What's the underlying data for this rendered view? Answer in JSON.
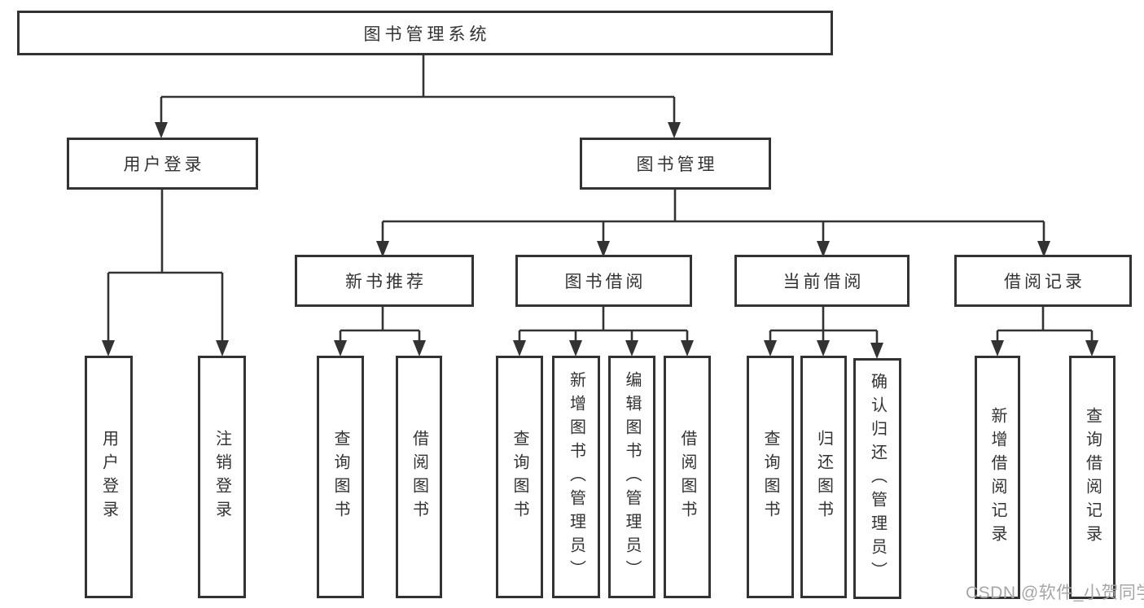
{
  "diagram": {
    "tree": {
      "label": "图书管理系统",
      "children": [
        {
          "label": "用户登录",
          "children": [
            {
              "label": "用户登录"
            },
            {
              "label": "注销登录"
            }
          ]
        },
        {
          "label": "图书管理",
          "children": [
            {
              "label": "新书推荐",
              "children": [
                {
                  "label": "查询图书"
                },
                {
                  "label": "借阅图书"
                }
              ]
            },
            {
              "label": "图书借阅",
              "children": [
                {
                  "label": "查询图书"
                },
                {
                  "label": "新增图书（管理员）"
                },
                {
                  "label": "编辑图书（管理员）"
                },
                {
                  "label": "借阅图书"
                }
              ]
            },
            {
              "label": "当前借阅",
              "children": [
                {
                  "label": "查询图书"
                },
                {
                  "label": "归还图书"
                },
                {
                  "label": "确认归还（管理员）"
                }
              ]
            },
            {
              "label": "借阅记录",
              "children": [
                {
                  "label": "新增借阅记录"
                },
                {
                  "label": "查询借阅记录"
                }
              ]
            }
          ]
        }
      ]
    },
    "watermark": "CSDN @软件_小贺同学",
    "colors": {
      "line": "#333333",
      "text": "#333333",
      "watermark": "#a6a6a6",
      "background": "#ffffff"
    }
  }
}
